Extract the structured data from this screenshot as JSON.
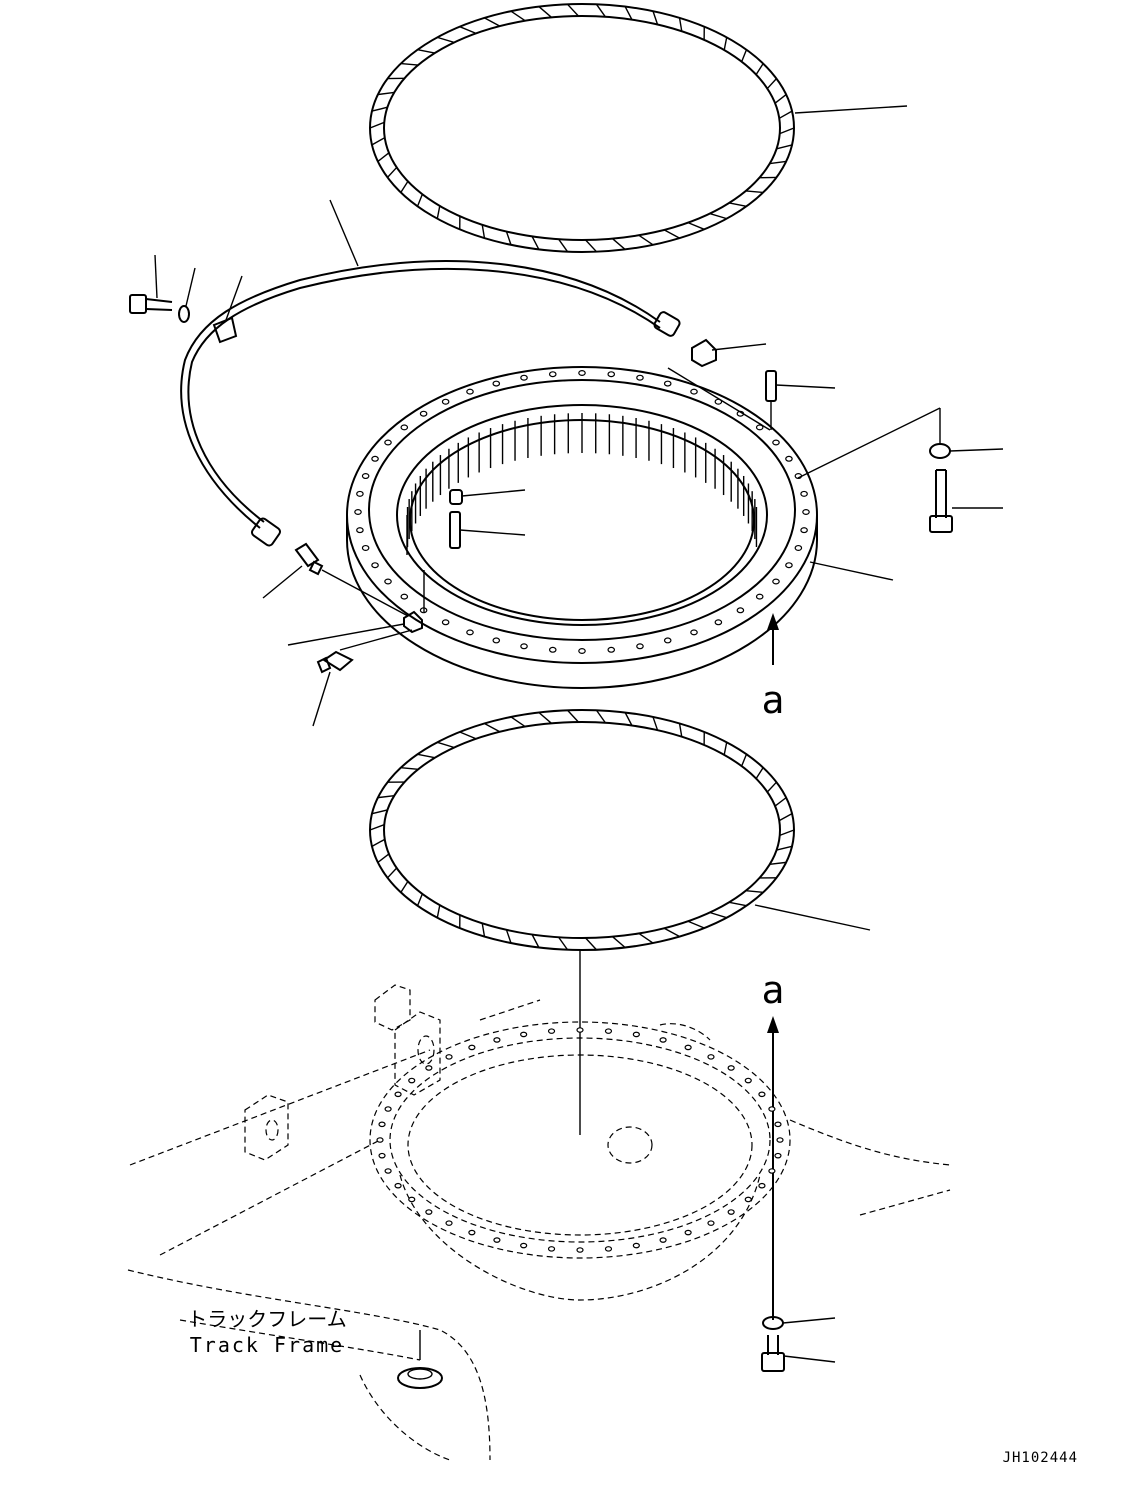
{
  "labels": {
    "ref_a_upper": "a",
    "ref_a_lower": "a",
    "track_frame_jp": "トラックフレーム",
    "track_frame_en": "Track Frame",
    "drawing_no": "JH102444"
  }
}
